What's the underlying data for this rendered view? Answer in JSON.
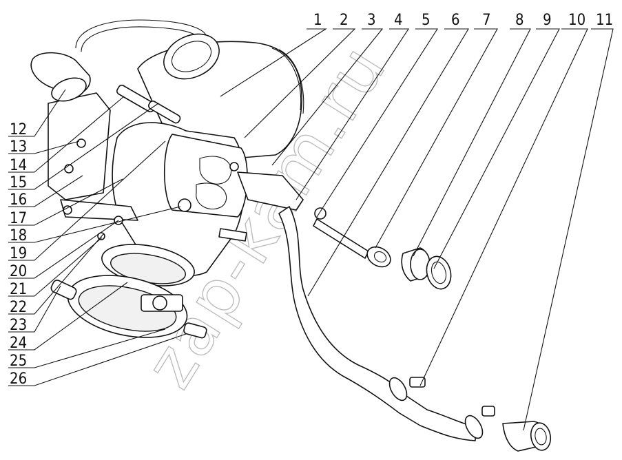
{
  "top_callouts": [
    "1",
    "2",
    "3",
    "4",
    "5",
    "6",
    "7",
    "8",
    "9",
    "10",
    "11"
  ],
  "left_callouts": [
    "12",
    "13",
    "14",
    "15",
    "16",
    "17",
    "18",
    "19",
    "20",
    "21",
    "22",
    "23",
    "24",
    "25",
    "26"
  ],
  "watermark": "zap-kam.ru"
}
